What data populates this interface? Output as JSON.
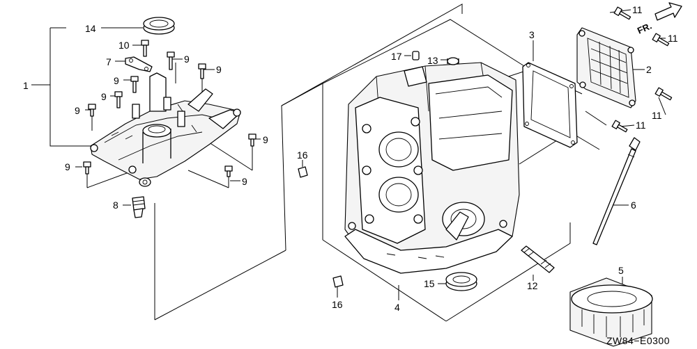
{
  "diagram_code": "ZW84−E0300",
  "direction_label": "FR.",
  "callouts": [
    {
      "id": "c1",
      "text": "1"
    },
    {
      "id": "c2",
      "text": "2"
    },
    {
      "id": "c3",
      "text": "3"
    },
    {
      "id": "c4",
      "text": "4"
    },
    {
      "id": "c5",
      "text": "5"
    },
    {
      "id": "c6",
      "text": "6"
    },
    {
      "id": "c7",
      "text": "7"
    },
    {
      "id": "c8",
      "text": "8"
    },
    {
      "id": "c9a",
      "text": "9"
    },
    {
      "id": "c9b",
      "text": "9"
    },
    {
      "id": "c9c",
      "text": "9"
    },
    {
      "id": "c9d",
      "text": "9"
    },
    {
      "id": "c9e",
      "text": "9"
    },
    {
      "id": "c9f",
      "text": "9"
    },
    {
      "id": "c9g",
      "text": "9"
    },
    {
      "id": "c9h",
      "text": "9"
    },
    {
      "id": "c10",
      "text": "10"
    },
    {
      "id": "c11a",
      "text": "11"
    },
    {
      "id": "c11b",
      "text": "11"
    },
    {
      "id": "c11c",
      "text": "11"
    },
    {
      "id": "c11d",
      "text": "11"
    },
    {
      "id": "c12",
      "text": "12"
    },
    {
      "id": "c13",
      "text": "13"
    },
    {
      "id": "c14",
      "text": "14"
    },
    {
      "id": "c15",
      "text": "15"
    },
    {
      "id": "c16a",
      "text": "16"
    },
    {
      "id": "c16b",
      "text": "16"
    },
    {
      "id": "c17",
      "text": "17"
    }
  ]
}
